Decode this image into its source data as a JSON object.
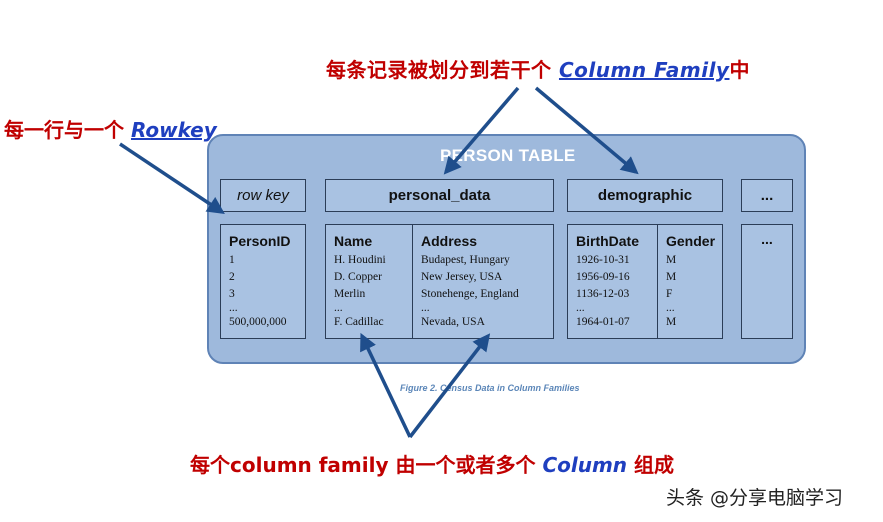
{
  "annotations": {
    "top_prefix": "每条记录被划分到若干个 ",
    "top_keyword": "Column Family",
    "top_suffix": "中",
    "left_prefix": "每一行与一个 ",
    "left_keyword": "Rowkey",
    "bottom_prefix": "每个column family 由一个或者多个 ",
    "bottom_keyword": "Column",
    "bottom_suffix": " 组成"
  },
  "table": {
    "title": "PERSON TABLE",
    "header": {
      "row_key": "row key",
      "personal_data": "personal_data",
      "demographic": "demographic",
      "ellipsis": "..."
    },
    "rowkey_col": {
      "head": "PersonID",
      "rows": [
        "1",
        "2",
        "3",
        "...",
        "500,000,000"
      ]
    },
    "name_col": {
      "head": "Name",
      "rows": [
        "H. Houdini",
        "D. Copper",
        "Merlin",
        "...",
        "F. Cadillac"
      ]
    },
    "address_col": {
      "head": "Address",
      "rows": [
        "Budapest, Hungary",
        "New Jersey, USA",
        "Stonehenge, England",
        "...",
        "Nevada, USA"
      ]
    },
    "birthdate_col": {
      "head": "BirthDate",
      "rows": [
        "1926-10-31",
        "1956-09-16",
        "1136-12-03",
        "...",
        "1964-01-07"
      ]
    },
    "gender_col": {
      "head": "Gender",
      "rows": [
        "M",
        "M",
        "F",
        "...",
        "M"
      ]
    },
    "extra_col": "..."
  },
  "caption": "Figure 2. Census Data in Column Families",
  "watermark": "头条 @分享电脑学习",
  "colors": {
    "annotation": "#c00000",
    "keyword": "#1f3fbf",
    "arrow": "#1f4e8c",
    "table_bg": "#9eb9dc"
  }
}
